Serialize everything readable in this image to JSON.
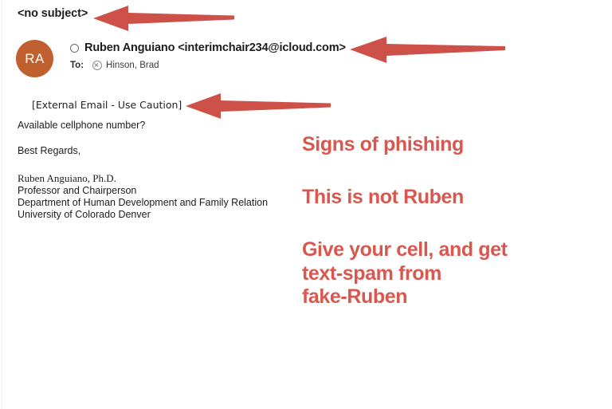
{
  "window": {
    "background_color": "#ffffff",
    "accent_red": "#d9574f",
    "avatar_color": "#c0602e"
  },
  "email": {
    "subject": "<no subject>",
    "avatar_initials": "RA",
    "sender_line": "Ruben Anguiano <interimchair234@icloud.com>",
    "sender_display_name": "Ruben Anguiano",
    "sender_address": "interimchair234@icloud.com",
    "to_label": "To:",
    "recipient": "Hinson, Brad",
    "unread_indicator_icon": "circle-outline-icon",
    "recipient_chip_icon": "circled-x-icon",
    "body": {
      "external_banner": "[External Email - Use Caution]",
      "question": "Available cellphone number?",
      "closing": "Best Regards,",
      "signature": [
        "Ruben Anguiano, Ph.D.",
        "Professor and Chairperson",
        "Department of Human Development and Family Relation",
        "University of Colorado Denver"
      ]
    }
  },
  "annotations": {
    "color": "#d9574f",
    "notes": [
      "Signs of phishing",
      "This is not Ruben",
      "Give your cell, and get\ntext-spam from\nfake-Ruben"
    ],
    "arrows": [
      {
        "name": "arrow-to-subject",
        "points_at": "<no subject>"
      },
      {
        "name": "arrow-to-sender-address",
        "points_at": "interimchair234@icloud.com"
      },
      {
        "name": "arrow-to-external-banner",
        "points_at": "[External Email - Use Caution]"
      }
    ]
  }
}
